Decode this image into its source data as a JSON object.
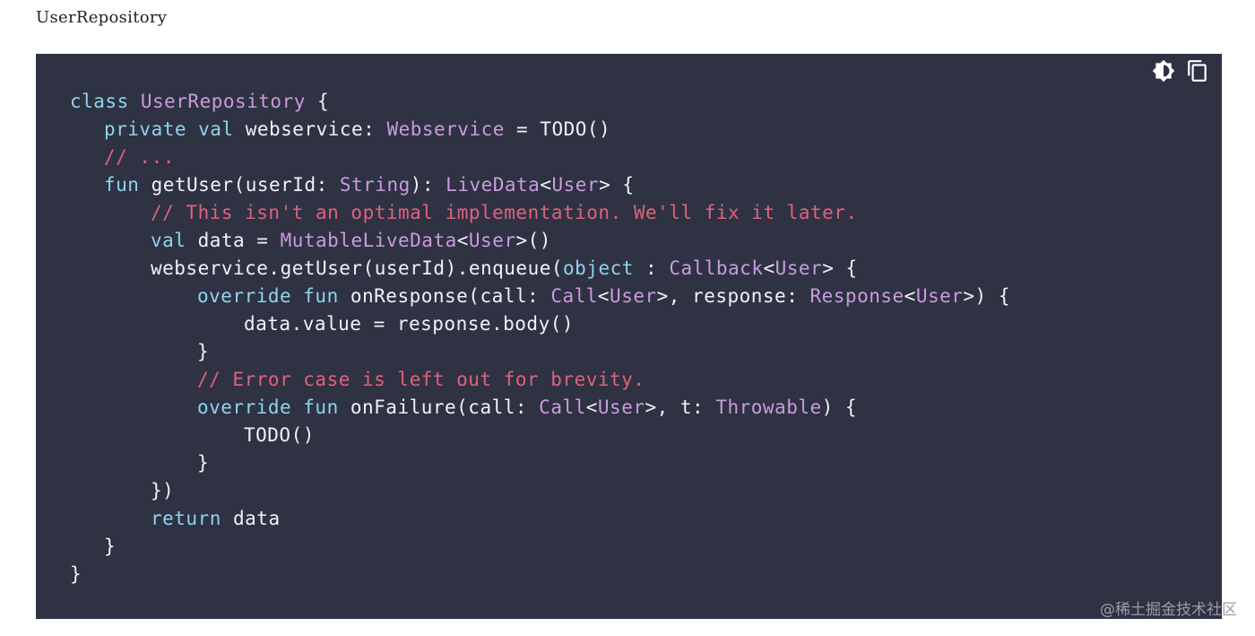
{
  "header": {
    "title": "UserRepository"
  },
  "toolbar": {
    "theme_icon": "brightness-icon",
    "copy_icon": "copy-icon"
  },
  "code": {
    "lines": [
      [
        [
          "kw",
          "class "
        ],
        [
          "ty",
          "UserRepository"
        ],
        [
          "p",
          " {"
        ]
      ],
      [
        [
          "kw",
          "private val "
        ],
        [
          "p",
          "webservice: "
        ],
        [
          "ty",
          "Webservice"
        ],
        [
          "p",
          " = TODO()"
        ]
      ],
      [
        [
          "cm",
          "// ..."
        ]
      ],
      [
        [
          "kw",
          "fun "
        ],
        [
          "p",
          "getUser(userId: "
        ],
        [
          "ty",
          "String"
        ],
        [
          "p",
          "): "
        ],
        [
          "ty",
          "LiveData"
        ],
        [
          "p",
          "<"
        ],
        [
          "ty",
          "User"
        ],
        [
          "p",
          "> {"
        ]
      ],
      [
        [
          "cm",
          "// This isn't an optimal implementation. We'll fix it later."
        ]
      ],
      [
        [
          "kw",
          "val "
        ],
        [
          "p",
          "data = "
        ],
        [
          "ty",
          "MutableLiveData"
        ],
        [
          "p",
          "<"
        ],
        [
          "ty",
          "User"
        ],
        [
          "p",
          ">()"
        ]
      ],
      [
        [
          "p",
          "webservice.getUser(userId).enqueue("
        ],
        [
          "kw",
          "object"
        ],
        [
          "p",
          " : "
        ],
        [
          "ty",
          "Callback"
        ],
        [
          "p",
          "<"
        ],
        [
          "ty",
          "User"
        ],
        [
          "p",
          "> {"
        ]
      ],
      [
        [
          "kw",
          "override fun "
        ],
        [
          "p",
          "onResponse(call: "
        ],
        [
          "ty",
          "Call"
        ],
        [
          "p",
          "<"
        ],
        [
          "ty",
          "User"
        ],
        [
          "p",
          ">, response: "
        ],
        [
          "ty",
          "Response"
        ],
        [
          "p",
          "<"
        ],
        [
          "ty",
          "User"
        ],
        [
          "p",
          ">) {"
        ]
      ],
      [
        [
          "p",
          "data.value = response.body()"
        ]
      ],
      [
        [
          "p",
          "}"
        ]
      ],
      [
        [
          "cm",
          "// Error case is left out for brevity."
        ]
      ],
      [
        [
          "kw",
          "override fun "
        ],
        [
          "p",
          "onFailure(call: "
        ],
        [
          "ty",
          "Call"
        ],
        [
          "p",
          "<"
        ],
        [
          "ty",
          "User"
        ],
        [
          "p",
          ">, t: "
        ],
        [
          "ty",
          "Throwable"
        ],
        [
          "p",
          ") {"
        ]
      ],
      [
        [
          "p",
          "TODO()"
        ]
      ],
      [
        [
          "p",
          "}"
        ]
      ],
      [
        [
          "p",
          "})"
        ]
      ],
      [
        [
          "kw",
          "return "
        ],
        [
          "p",
          "data"
        ]
      ],
      [
        [
          "p",
          "}"
        ]
      ],
      [
        [
          "p",
          "}"
        ]
      ]
    ]
  },
  "watermark": "@稀土掘金技术社区"
}
